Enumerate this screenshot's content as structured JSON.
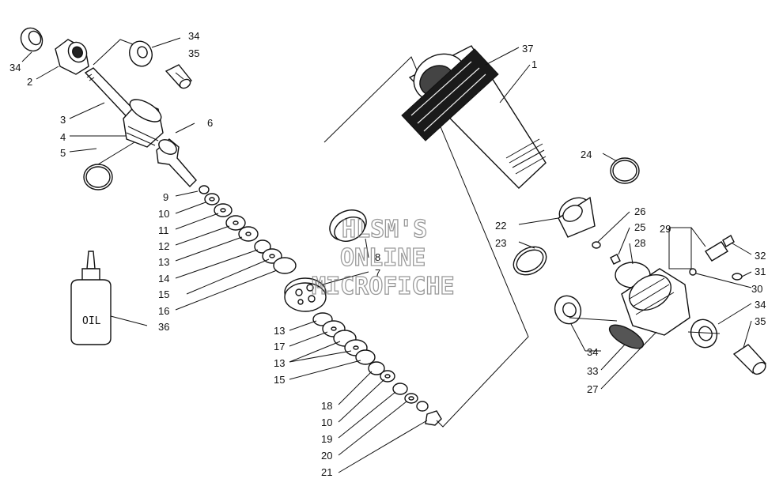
{
  "diagram": {
    "watermark": [
      "HLSM'S",
      "ONLINE",
      "MICROFICHE"
    ],
    "oil_bottle_text": "OIL",
    "callouts": [
      {
        "id": "c34a",
        "text": "34"
      },
      {
        "id": "c35a",
        "text": "35"
      },
      {
        "id": "c34b",
        "text": "34"
      },
      {
        "id": "c2",
        "text": "2"
      },
      {
        "id": "c3",
        "text": "3"
      },
      {
        "id": "c4",
        "text": "4"
      },
      {
        "id": "c5",
        "text": "5"
      },
      {
        "id": "c6",
        "text": "6"
      },
      {
        "id": "c9",
        "text": "9"
      },
      {
        "id": "c10a",
        "text": "10"
      },
      {
        "id": "c11",
        "text": "11"
      },
      {
        "id": "c12",
        "text": "12"
      },
      {
        "id": "c13a",
        "text": "13"
      },
      {
        "id": "c14",
        "text": "14"
      },
      {
        "id": "c15a",
        "text": "15"
      },
      {
        "id": "c16",
        "text": "16"
      },
      {
        "id": "c36",
        "text": "36"
      },
      {
        "id": "c8",
        "text": "8"
      },
      {
        "id": "c7",
        "text": "7"
      },
      {
        "id": "c13b",
        "text": "13"
      },
      {
        "id": "c17",
        "text": "17"
      },
      {
        "id": "c13c",
        "text": "13"
      },
      {
        "id": "c15b",
        "text": "15"
      },
      {
        "id": "c18",
        "text": "18"
      },
      {
        "id": "c10b",
        "text": "10"
      },
      {
        "id": "c19",
        "text": "19"
      },
      {
        "id": "c20",
        "text": "20"
      },
      {
        "id": "c21",
        "text": "21"
      },
      {
        "id": "c37",
        "text": "37"
      },
      {
        "id": "c1",
        "text": "1"
      },
      {
        "id": "c24",
        "text": "24"
      },
      {
        "id": "c22",
        "text": "22"
      },
      {
        "id": "c23",
        "text": "23"
      },
      {
        "id": "c26",
        "text": "26"
      },
      {
        "id": "c25",
        "text": "25"
      },
      {
        "id": "c28",
        "text": "28"
      },
      {
        "id": "c29",
        "text": "29"
      },
      {
        "id": "c32",
        "text": "32"
      },
      {
        "id": "c31",
        "text": "31"
      },
      {
        "id": "c30",
        "text": "30"
      },
      {
        "id": "c34c",
        "text": "34"
      },
      {
        "id": "c35b",
        "text": "35"
      },
      {
        "id": "c34d",
        "text": "34"
      },
      {
        "id": "c33",
        "text": "33"
      },
      {
        "id": "c27",
        "text": "27"
      }
    ]
  }
}
